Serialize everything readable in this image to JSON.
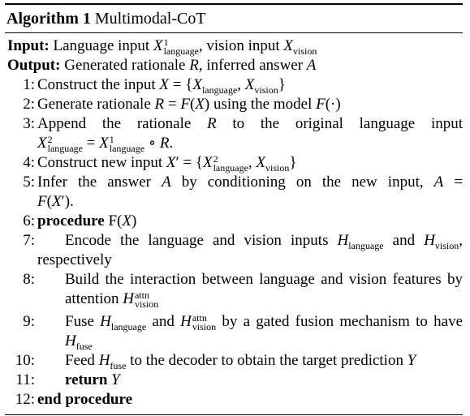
{
  "algorithm": {
    "label": "Algorithm 1",
    "title": "Multimodal-CoT",
    "input_label": "Input:",
    "input_text_a": "Language input",
    "input_text_b": ", vision input",
    "output_label": "Output:",
    "output_text_a": "Generated rationale",
    "output_text_b": ", inferred answer",
    "steps": [
      {
        "num": "1:",
        "text_a": "Construct the input"
      },
      {
        "num": "2:",
        "text_a": "Generate rationale",
        "text_b": "using the model"
      },
      {
        "num": "3:",
        "text_a": "Append the rationale",
        "text_b": "to the original language input"
      },
      {
        "num": "4:",
        "text_a": "Construct new input"
      },
      {
        "num": "5:",
        "text_a": "Infer the answer",
        "text_b": "by conditioning on the new input,"
      },
      {
        "num": "6:",
        "kw": "procedure",
        "text_a": "F("
      },
      {
        "num": "7:",
        "text_a": "Encode the language and vision inputs",
        "text_b": "and",
        "text_c": "respectively"
      },
      {
        "num": "8:",
        "text_a": "Build the interaction between language and vision features by attention"
      },
      {
        "num": "9:",
        "text_a": "Fuse",
        "text_b": "and",
        "text_c": "by a gated fusion mechanism to have"
      },
      {
        "num": "10:",
        "text_a": "Feed",
        "text_b": "to the decoder to obtain the target prediction"
      },
      {
        "num": "11:",
        "kw": "return"
      },
      {
        "num": "12:",
        "kw": "end procedure"
      }
    ],
    "sym": {
      "X": "X",
      "R": "R",
      "A": "A",
      "F": "F",
      "Y": "Y",
      "H": "H",
      "lang": "language",
      "vis": "vision",
      "attn": "attn",
      "fuse": "fuse",
      "sup1": "1",
      "sup2": "2"
    }
  }
}
